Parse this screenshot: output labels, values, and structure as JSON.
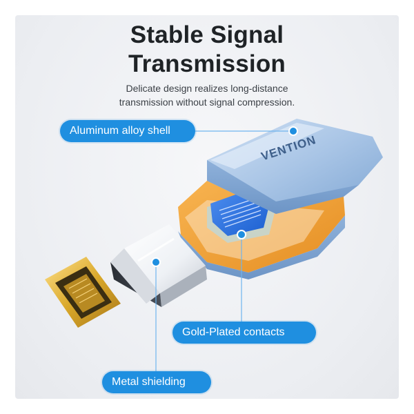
{
  "header": {
    "title_line1": "Stable Signal",
    "title_line2": "Transmission",
    "subtitle_line1": "Delicate design realizes long-distance",
    "subtitle_line2": "transmission without signal compression."
  },
  "callouts": {
    "shell": "Aluminum alloy shell",
    "contacts": "Gold-Plated contacts",
    "shielding": "Metal shielding"
  },
  "brand": {
    "name": "VENTION"
  },
  "colors": {
    "accent": "#1f8fe0",
    "shell_blue": "#a9c5e6",
    "inner_orange": "#f4a23a",
    "gold": "#d9a82a"
  }
}
